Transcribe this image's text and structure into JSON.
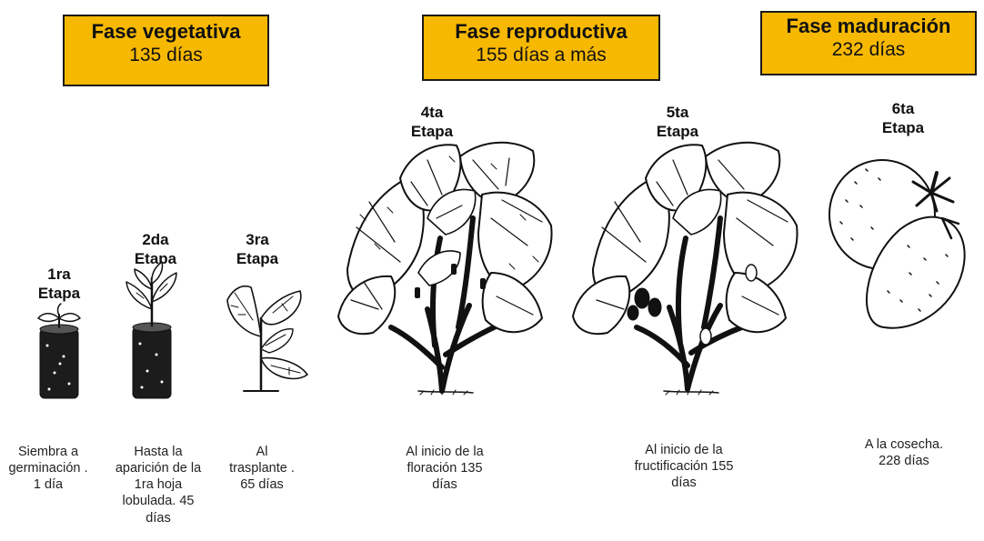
{
  "phases": [
    {
      "title": "Fase vegetativa",
      "days": "135 días"
    },
    {
      "title": "Fase reproductiva",
      "days": "155 días a más"
    },
    {
      "title": "Fase maduración",
      "days": "232 días"
    }
  ],
  "stages": [
    {
      "ordinal": "1ra",
      "word": "Etapa",
      "description": "Siembra a germinación . 1 día",
      "illustration": "seedling-in-pot"
    },
    {
      "ordinal": "2da",
      "word": "Etapa",
      "description": "Hasta la aparición de la 1ra hoja lobulada. 45 días",
      "illustration": "young-plant-in-pot"
    },
    {
      "ordinal": "3ra",
      "word": "Etapa",
      "description": "Al trasplante . 65 días",
      "illustration": "transplanted-plant"
    },
    {
      "ordinal": "4ta",
      "word": "Etapa",
      "description": "Al inicio de la floración 135 días",
      "illustration": "flowering-plant"
    },
    {
      "ordinal": "5ta",
      "word": "Etapa",
      "description": "Al inicio de la fructificación 155 días",
      "illustration": "fruiting-plant"
    },
    {
      "ordinal": "6ta",
      "word": "Etapa",
      "description": "A la cosecha. 228 días",
      "illustration": "harvested-fruits"
    }
  ],
  "colors": {
    "phase_box": "#f6b800",
    "outline": "#1a1a1a"
  }
}
